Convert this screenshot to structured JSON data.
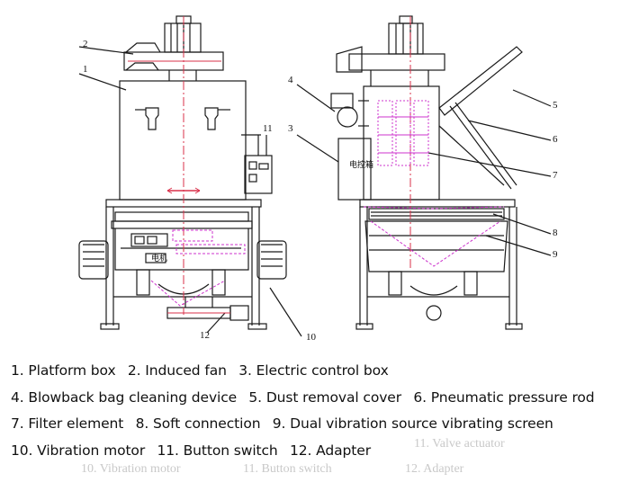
{
  "callouts": {
    "left": [
      "2",
      "1",
      "11",
      "10",
      "12"
    ],
    "right": [
      "4",
      "3",
      "5",
      "6",
      "7",
      "8",
      "9"
    ]
  },
  "chinese_labels": {
    "control_box": "电控箱",
    "motor_plate": "电机"
  },
  "legend": {
    "line1": [
      "1. Platform box",
      "2. Induced fan",
      "3. Electric control box"
    ],
    "line2": [
      "4. Blowback bag cleaning device",
      "5. Dust removal cover",
      "6. Pneumatic pressure rod"
    ],
    "line3": [
      "7. Filter element",
      "8. Soft connection",
      "9. Dual vibration source vibrating screen"
    ],
    "line4": [
      "10. Vibration motor",
      "11. Button switch",
      "12. Adapter"
    ]
  },
  "faint_text": {
    "a": "11. Valve actuator",
    "b": "10. Vibration motor",
    "c": "11. Button switch",
    "d": "12. Adapter"
  },
  "colors": {
    "line": "#1a1a1a",
    "accent_red": "#d9304a",
    "accent_magenta": "#cc33cc"
  }
}
